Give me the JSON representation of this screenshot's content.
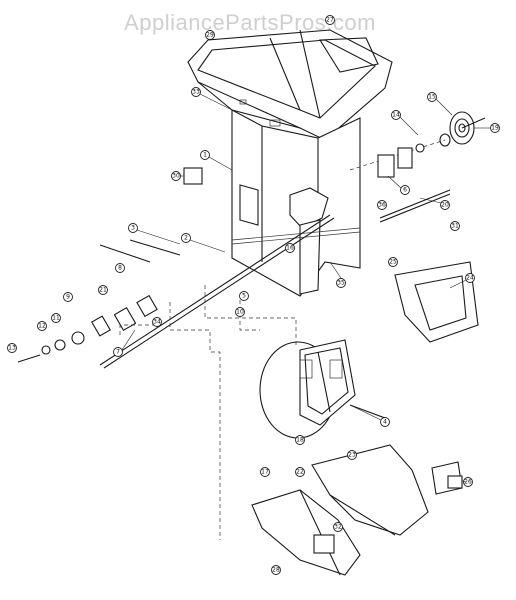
{
  "watermark": "AppliancePartsPros.com",
  "callouts": [
    "1",
    "2",
    "3",
    "4",
    "5",
    "6",
    "7",
    "8",
    "9",
    "10",
    "11",
    "12",
    "13",
    "14",
    "15",
    "16",
    "17",
    "18",
    "19",
    "20",
    "21",
    "22",
    "23",
    "24",
    "25",
    "26",
    "27",
    "28",
    "29",
    "30",
    "31",
    "32",
    "33",
    "34",
    "35",
    "36"
  ]
}
